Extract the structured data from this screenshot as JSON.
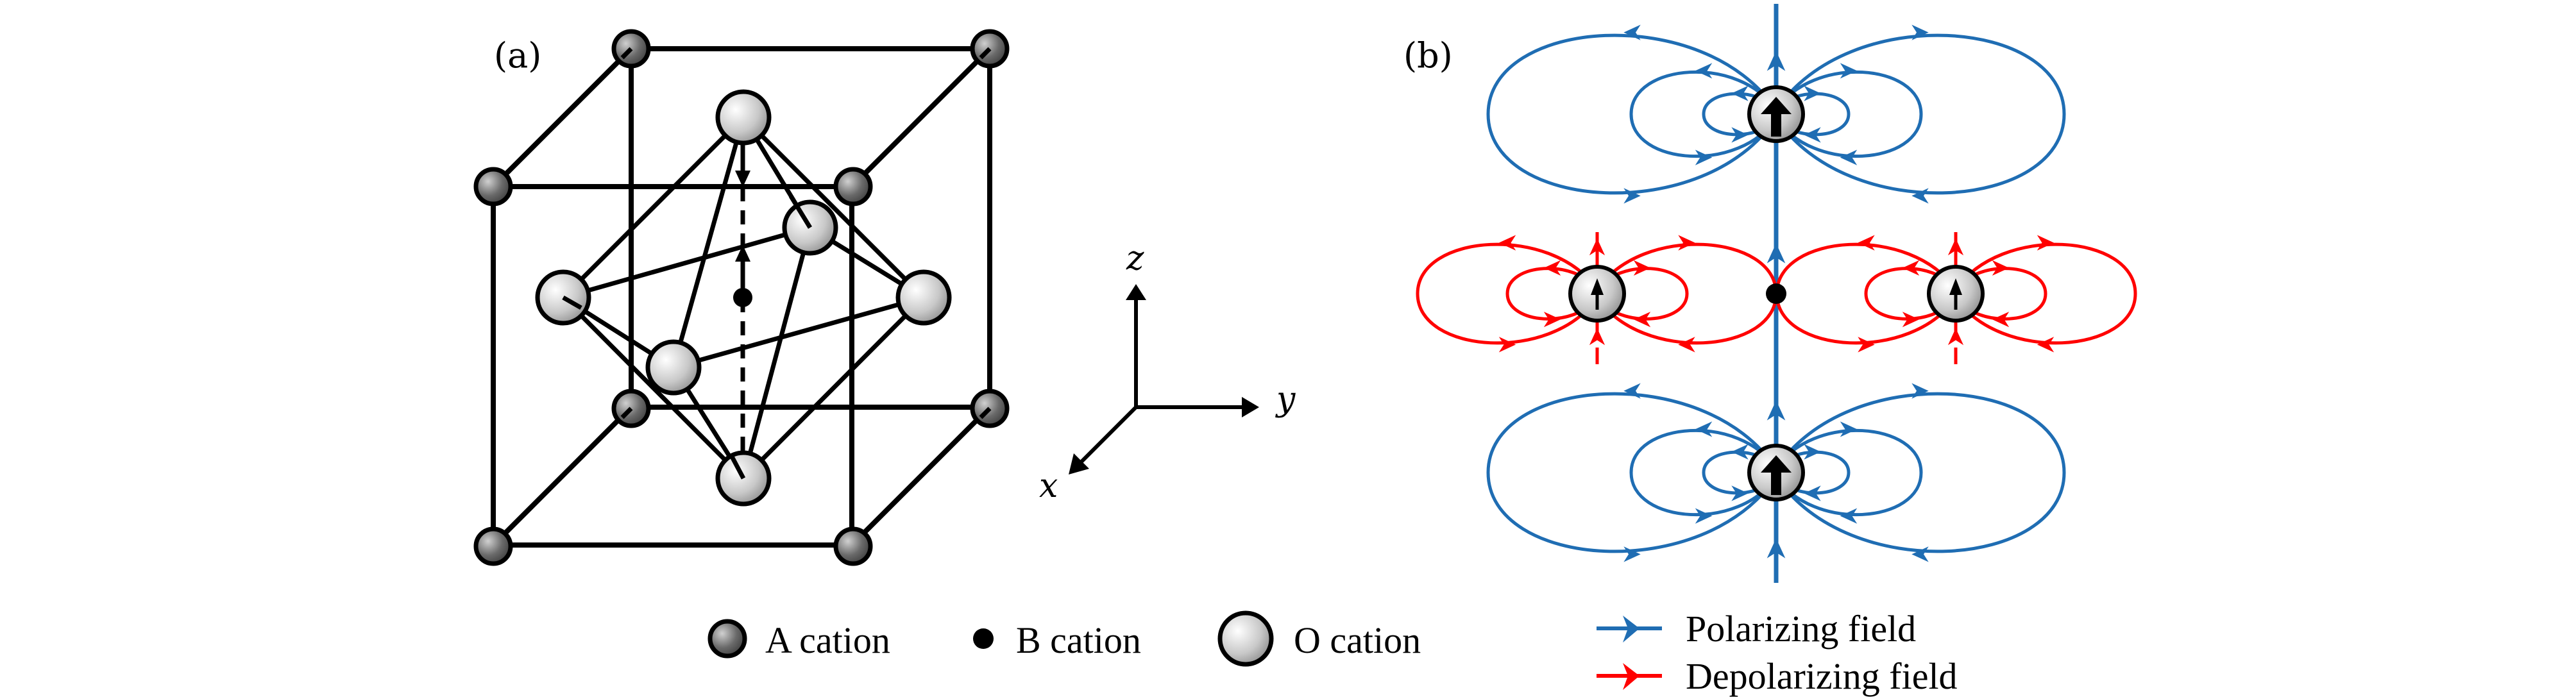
{
  "figure": {
    "panel_a": {
      "label": "(a)",
      "axes": {
        "z_label": "z",
        "y_label": "y",
        "x_label": "x"
      },
      "legend": [
        {
          "marker": "a-cation-sphere",
          "label": "A cation"
        },
        {
          "marker": "b-cation-dot",
          "label": "B cation"
        },
        {
          "marker": "o-cation-sphere",
          "label": "O cation"
        }
      ]
    },
    "panel_b": {
      "label": "(b)",
      "legend": [
        {
          "marker": "blue-arrow",
          "label": "Polarizing field",
          "color": "#1f6db3"
        },
        {
          "marker": "red-arrow",
          "label": "Depolarizing field",
          "color": "#ff0000"
        }
      ]
    },
    "colors": {
      "polarizing": "#1f6db3",
      "depolarizing": "#ff0000",
      "a_cation": "#5a5a5a",
      "o_cation": "#d8d8d8",
      "b_cation": "#000000"
    }
  }
}
